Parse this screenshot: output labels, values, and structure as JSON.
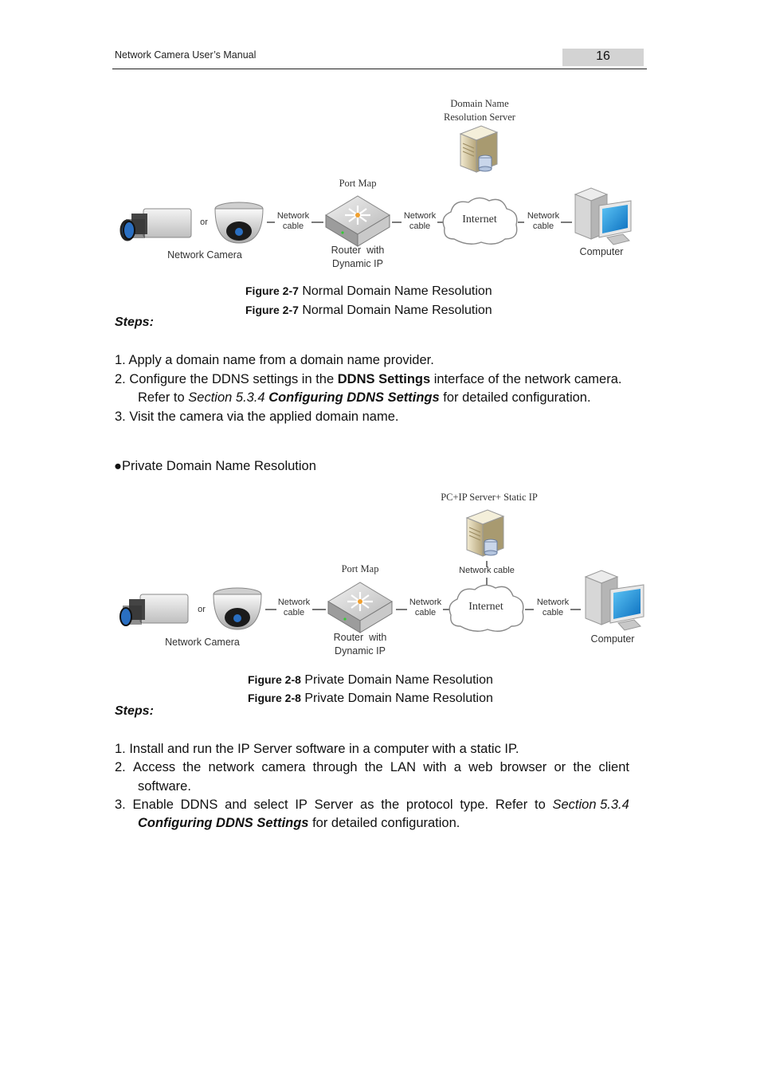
{
  "header": {
    "title": "Network Camera User’s Manual",
    "page_number": "16"
  },
  "figure1": {
    "server_label": [
      "Domain Name",
      "Resolution Server"
    ],
    "port_map": "Port Map",
    "or": "or",
    "network_camera": "Network Camera",
    "router_label": [
      "Router  with",
      "Dynamic IP"
    ],
    "cable_labels": [
      [
        "Network",
        "cable"
      ],
      [
        "Network",
        "cable"
      ],
      [
        "Network",
        "cable"
      ]
    ],
    "internet": "Internet",
    "computer": "Computer",
    "caption_num": "Figure 2-7",
    "caption_text": " Normal Domain Name Resolution"
  },
  "steps_label": "Steps:",
  "steps1": {
    "s1": "1. Apply a domain name from a domain name provider.",
    "s2_pre": "2. Configure the DDNS settings in the ",
    "s2_bold": "DDNS Settings",
    "s2_post": " interface of the network camera.",
    "s2b_pre": "Refer to ",
    "s2b_italic": "Section 5.3.4 ",
    "s2b_bolditalic": "Configuring DDNS Settings",
    "s2b_post": " for detailed configuration.",
    "s3": "3. Visit the camera via the applied domain name."
  },
  "bullet": "●Private Domain Name Resolution",
  "figure2": {
    "server_label": "PC+IP Server+ Static IP",
    "server_cable": "Network cable",
    "port_map": "Port Map",
    "or": "or",
    "network_camera": "Network Camera",
    "router_label": [
      "Router  with",
      "Dynamic IP"
    ],
    "cable_labels": [
      [
        "Network",
        "cable"
      ],
      [
        "Network",
        "cable"
      ],
      [
        "Network",
        "cable"
      ]
    ],
    "internet": "Internet",
    "computer": "Computer",
    "caption_num": "Figure 2-8",
    "caption_text": " Private Domain Name Resolution"
  },
  "steps2": {
    "s1": "1. Install and run the IP Server software in a computer with a static IP.",
    "s2_words": [
      "2.",
      "Access",
      "the",
      "network",
      "camera",
      "through",
      "the",
      "LAN",
      "with",
      "a",
      "web",
      "browser",
      "or",
      "the",
      "client"
    ],
    "s2b": "software.",
    "s3_words": [
      "3.",
      "Enable",
      "DDNS",
      "and",
      "select",
      "IP",
      "Server",
      "as",
      "the",
      "protocol",
      "type.",
      "Refer",
      "to",
      "Section 5.3.4"
    ],
    "s3b_bolditalic": "Configuring DDNS Settings",
    "s3b_post": " for detailed configuration."
  },
  "colors": {
    "screen_blue": "#1a8fd6",
    "lens_blue": "#2a6fc2",
    "page_box": "#d3d3d3"
  },
  "icons": [
    "box-camera-icon",
    "dome-camera-icon",
    "router-icon",
    "cloud-icon",
    "server-icon",
    "computer-icon"
  ]
}
